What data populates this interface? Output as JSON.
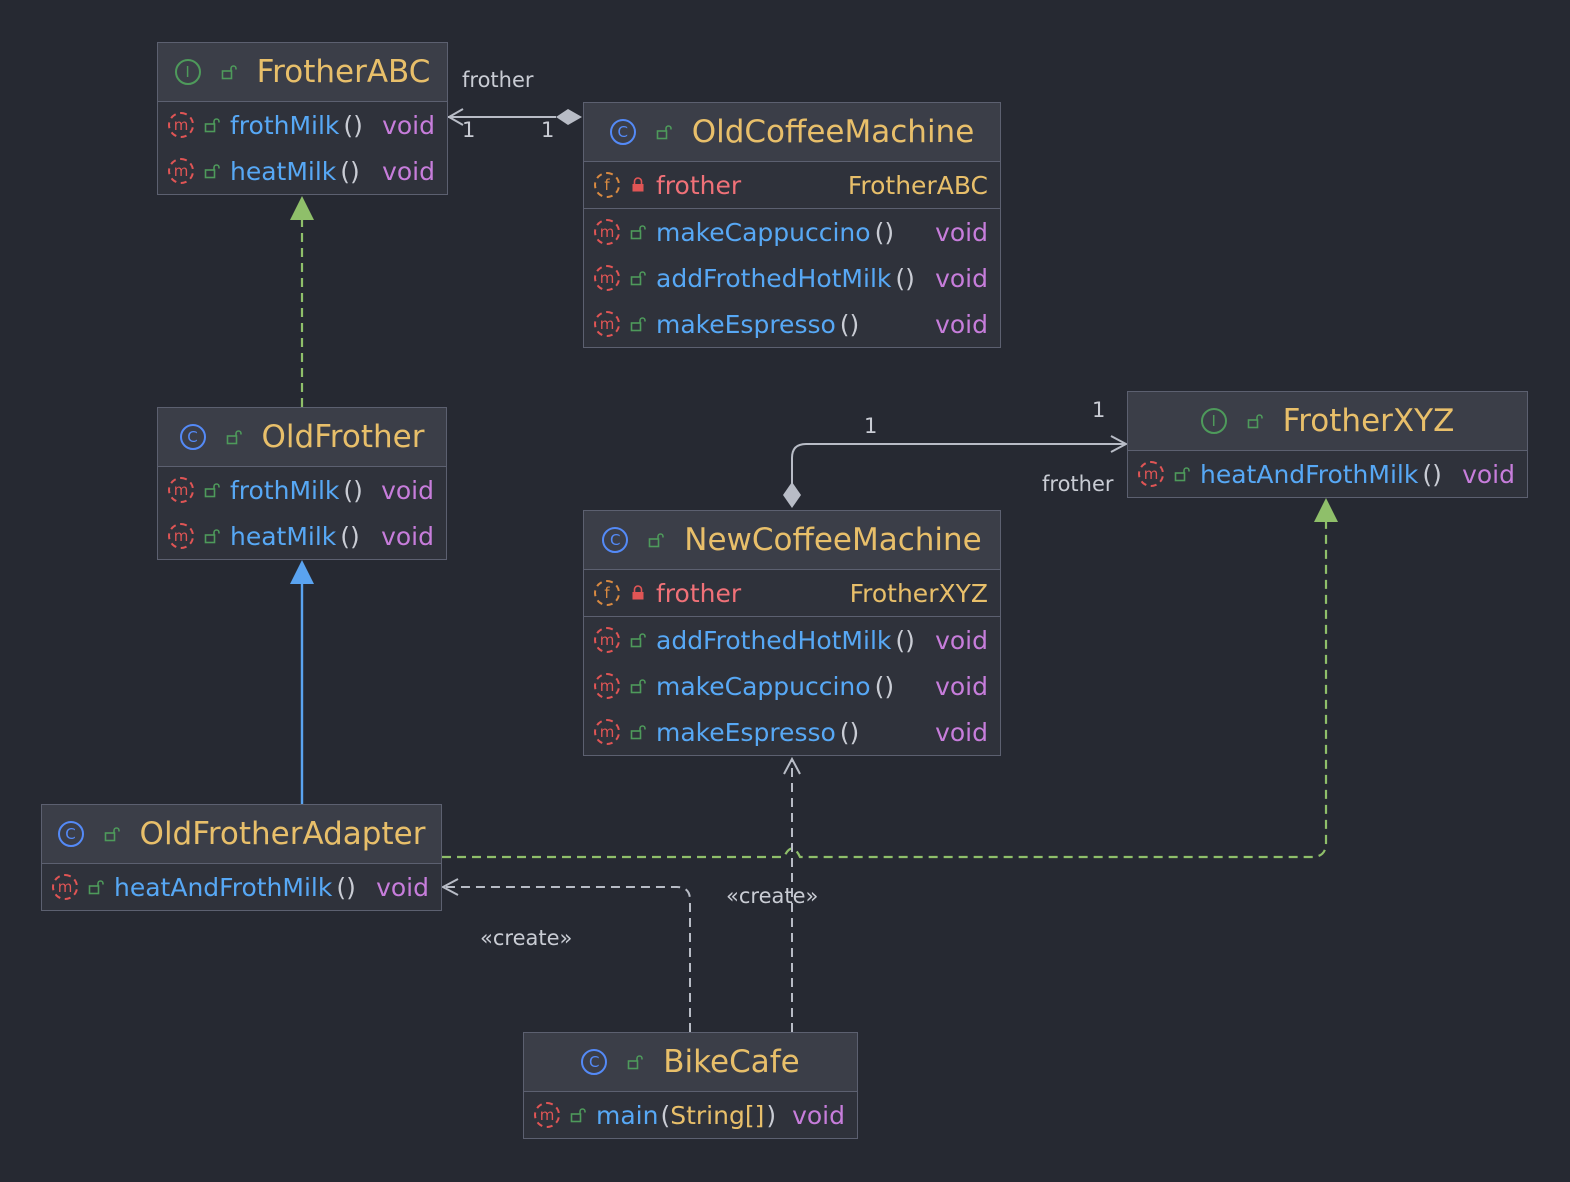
{
  "diagram": {
    "classes": {
      "frother_abc": {
        "kind_badge": "I",
        "kind": "interface",
        "name": "FrotherABC",
        "methods": [
          {
            "name": "frothMilk",
            "parens": "()",
            "return": "void"
          },
          {
            "name": "heatMilk",
            "parens": "()",
            "return": "void"
          }
        ]
      },
      "old_coffee_machine": {
        "kind_badge": "C",
        "kind": "class",
        "name": "OldCoffeeMachine",
        "field": {
          "name": "frother",
          "type": "FrotherABC"
        },
        "methods": [
          {
            "name": "makeCappuccino",
            "parens": "()",
            "return": "void"
          },
          {
            "name": "addFrothedHotMilk",
            "parens": "()",
            "return": "void"
          },
          {
            "name": "makeEspresso",
            "parens": "()",
            "return": "void"
          }
        ]
      },
      "old_frother": {
        "kind_badge": "C",
        "kind": "class",
        "name": "OldFrother",
        "methods": [
          {
            "name": "frothMilk",
            "parens": "()",
            "return": "void"
          },
          {
            "name": "heatMilk",
            "parens": "()",
            "return": "void"
          }
        ]
      },
      "frother_xyz": {
        "kind_badge": "I",
        "kind": "interface",
        "name": "FrotherXYZ",
        "methods": [
          {
            "name": "heatAndFrothMilk",
            "parens": "()",
            "return": "void"
          }
        ]
      },
      "new_coffee_machine": {
        "kind_badge": "C",
        "kind": "class",
        "name": "NewCoffeeMachine",
        "field": {
          "name": "frother",
          "type": "FrotherXYZ"
        },
        "methods": [
          {
            "name": "addFrothedHotMilk",
            "parens": "()",
            "return": "void"
          },
          {
            "name": "makeCappuccino",
            "parens": "()",
            "return": "void"
          },
          {
            "name": "makeEspresso",
            "parens": "()",
            "return": "void"
          }
        ]
      },
      "old_frother_adapter": {
        "kind_badge": "C",
        "kind": "class",
        "name": "OldFrotherAdapter",
        "methods": [
          {
            "name": "heatAndFrothMilk",
            "parens": "()",
            "return": "void"
          }
        ]
      },
      "bike_cafe": {
        "kind_badge": "C",
        "kind": "runnable class",
        "name": "BikeCafe",
        "methods": [
          {
            "name": "main",
            "param_open": "(",
            "param": "String[]",
            "param_close": ")",
            "return": "void"
          }
        ]
      }
    },
    "edges": {
      "abc_role": "frother",
      "abc_mult_target": "1",
      "abc_mult_source": "1",
      "xyz_role": "frother",
      "xyz_mult_target": "1",
      "xyz_mult_source": "1",
      "create_adapter": "«create»",
      "create_new_machine": "«create»"
    },
    "colors": {
      "background": "#262932",
      "box": "#2f323b",
      "header": "#3b3e48",
      "border": "#5c6070",
      "title": "#e8bf6a",
      "method": "#57a8f5",
      "field": "#f07178",
      "void": "#c77ddb",
      "implements": "#8fbf6a",
      "extends": "#5aa3f0",
      "association": "#b8bcc6"
    }
  }
}
